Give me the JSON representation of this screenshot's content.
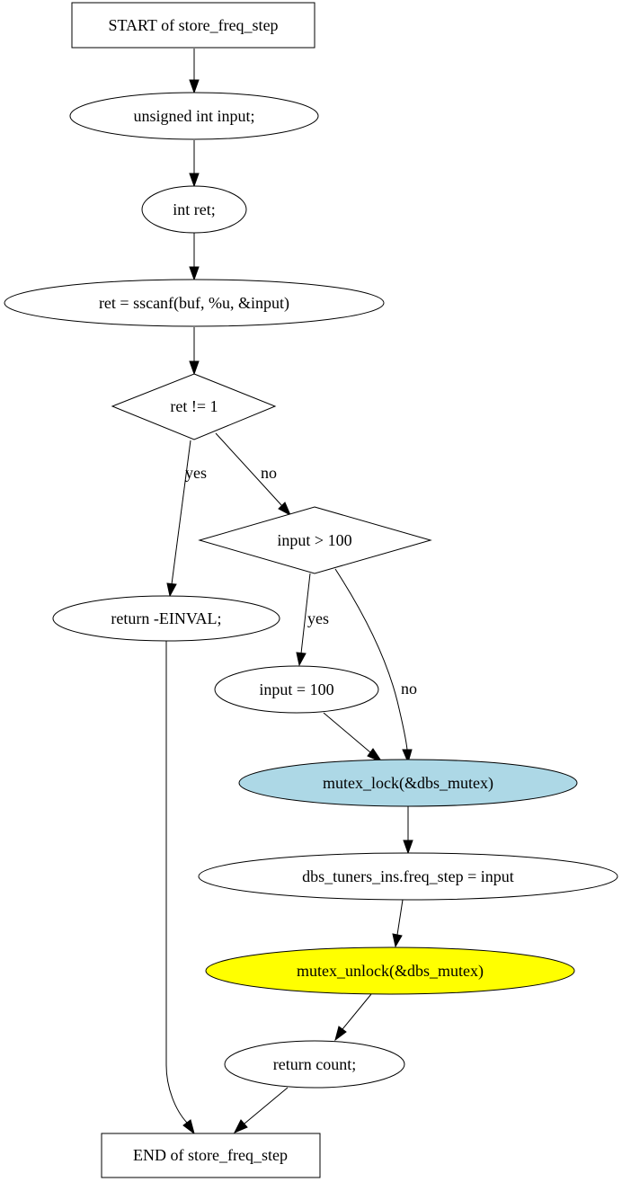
{
  "nodes": {
    "start": {
      "text": "START of store_freq_step",
      "shape": "box",
      "fill": "#ffffff"
    },
    "decl_input": {
      "text": "unsigned int input;",
      "shape": "ellipse",
      "fill": "#ffffff"
    },
    "decl_ret": {
      "text": "int ret;",
      "shape": "ellipse",
      "fill": "#ffffff"
    },
    "sscanf": {
      "text": "ret = sscanf(buf, %u, &input)",
      "shape": "ellipse",
      "fill": "#ffffff"
    },
    "cond_ret": {
      "text": "ret != 1",
      "shape": "diamond",
      "fill": "#ffffff"
    },
    "cond_input": {
      "text": "input > 100",
      "shape": "diamond",
      "fill": "#ffffff"
    },
    "return_einval": {
      "text": "return -EINVAL;",
      "shape": "ellipse",
      "fill": "#ffffff"
    },
    "assign_100": {
      "text": "input = 100",
      "shape": "ellipse",
      "fill": "#ffffff"
    },
    "mutex_lock": {
      "text": "mutex_lock(&dbs_mutex)",
      "shape": "ellipse",
      "fill": "#add8e6"
    },
    "assign_step": {
      "text": "dbs_tuners_ins.freq_step = input",
      "shape": "ellipse",
      "fill": "#ffffff"
    },
    "mutex_unlock": {
      "text": "mutex_unlock(&dbs_mutex)",
      "shape": "ellipse",
      "fill": "#ffff00"
    },
    "return_count": {
      "text": "return count;",
      "shape": "ellipse",
      "fill": "#ffffff"
    },
    "end": {
      "text": "END of store_freq_step",
      "shape": "box",
      "fill": "#ffffff"
    }
  },
  "edges": {
    "start_to_decl_input": {
      "from": "start",
      "to": "decl_input",
      "label": ""
    },
    "decl_input_to_decl_ret": {
      "from": "decl_input",
      "to": "decl_ret",
      "label": ""
    },
    "decl_ret_to_sscanf": {
      "from": "decl_ret",
      "to": "sscanf",
      "label": ""
    },
    "sscanf_to_cond_ret": {
      "from": "sscanf",
      "to": "cond_ret",
      "label": ""
    },
    "cond_ret_yes": {
      "from": "cond_ret",
      "to": "return_einval",
      "label": "yes"
    },
    "cond_ret_no": {
      "from": "cond_ret",
      "to": "cond_input",
      "label": "no"
    },
    "cond_input_yes": {
      "from": "cond_input",
      "to": "assign_100",
      "label": "yes"
    },
    "cond_input_no": {
      "from": "cond_input",
      "to": "mutex_lock",
      "label": "no"
    },
    "assign_100_to_mutex_lock": {
      "from": "assign_100",
      "to": "mutex_lock",
      "label": ""
    },
    "mutex_lock_to_assign_step": {
      "from": "mutex_lock",
      "to": "assign_step",
      "label": ""
    },
    "assign_step_to_mutex_unlock": {
      "from": "assign_step",
      "to": "mutex_unlock",
      "label": ""
    },
    "mutex_unlock_to_return_count": {
      "from": "mutex_unlock",
      "to": "return_count",
      "label": ""
    },
    "return_count_to_end": {
      "from": "return_count",
      "to": "end",
      "label": ""
    },
    "return_einval_to_end": {
      "from": "return_einval",
      "to": "end",
      "label": ""
    }
  }
}
